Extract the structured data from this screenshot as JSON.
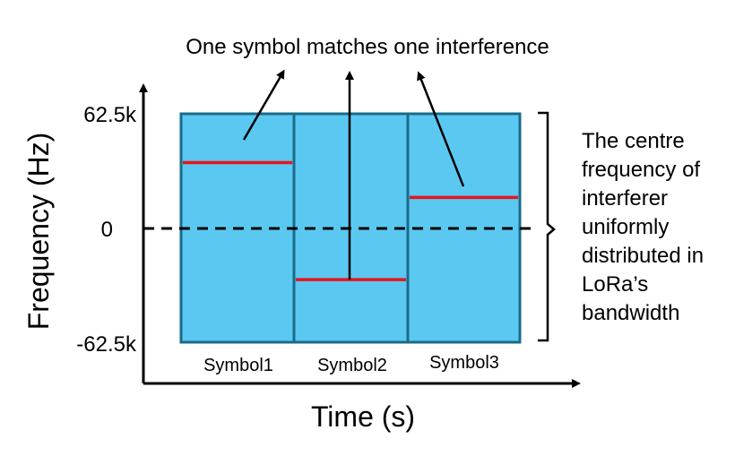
{
  "header": {
    "annotation": "One symbol matches one interference"
  },
  "axes": {
    "y_label": "Frequency (Hz)",
    "x_label": "Time (s)",
    "y_ticks": [
      "62.5k",
      "0",
      "-62.5k"
    ]
  },
  "symbols": [
    {
      "label": "Symbol1",
      "interferer_frequency_hz": 36000
    },
    {
      "label": "Symbol2",
      "interferer_frequency_hz": -28000
    },
    {
      "label": "Symbol3",
      "interferer_frequency_hz": 17000
    }
  ],
  "bandwidth_note": {
    "lines": [
      "The centre",
      "frequency of",
      "interferer",
      "uniformly",
      "distributed in",
      "LoRa’s",
      "bandwidth"
    ]
  },
  "colors": {
    "symbol_fill": "#5BC8F1",
    "symbol_border": "#1A6B8A",
    "interferer_line": "#E8141B",
    "axis": "#000000"
  }
}
